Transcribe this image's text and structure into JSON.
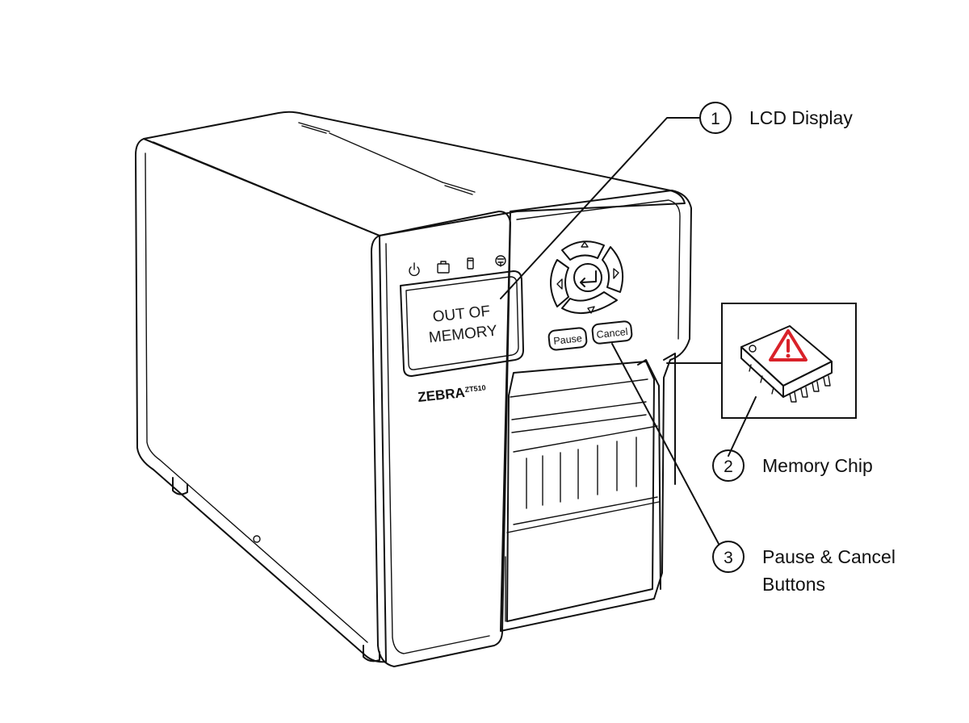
{
  "printer": {
    "brand": "ZEBRA",
    "model": "ZT510",
    "lcd_line_1": "OUT OF",
    "lcd_line_2": "MEMORY",
    "pause_label": "Pause",
    "cancel_label": "Cancel",
    "status_icons": [
      "power-icon",
      "briefcase-icon",
      "media-icon",
      "network-icon"
    ],
    "lcd_color": "#c9dcf0"
  },
  "callouts": [
    {
      "number": "1",
      "label": "LCD Display"
    },
    {
      "number": "2",
      "label": "Memory Chip"
    },
    {
      "number": "3",
      "label_line_1": "Pause & Cancel",
      "label_line_2": "Buttons"
    }
  ],
  "memory_chip": {
    "icon": "warning-triangle-icon",
    "accent_color": "#d9222a"
  }
}
